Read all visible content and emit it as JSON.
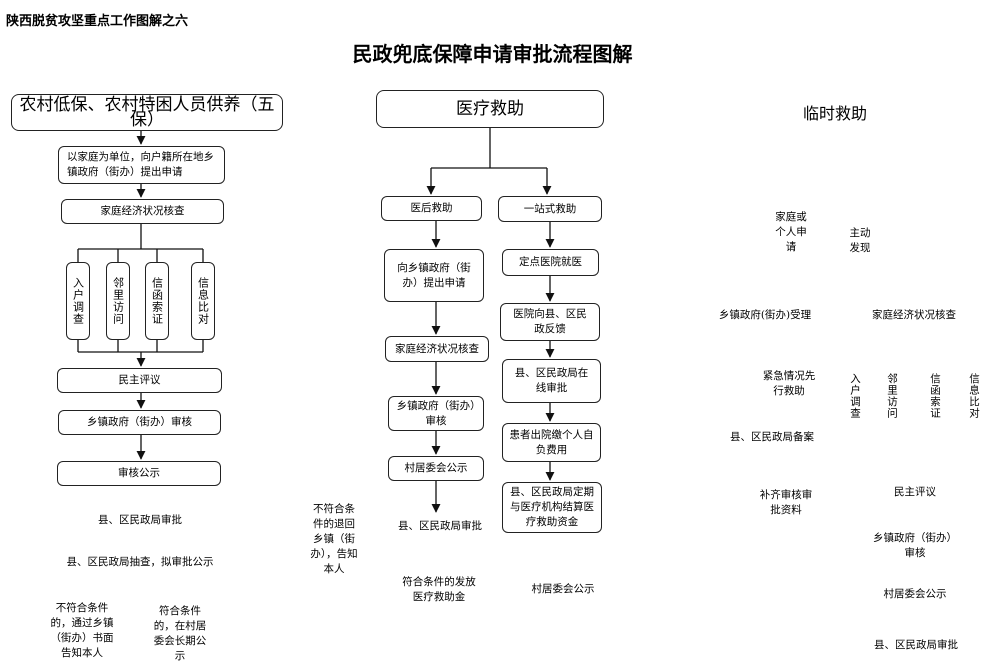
{
  "header": "陕西脱贫攻坚重点工作图解之六",
  "title": "民政兜底保障申请审批流程图解",
  "col1": {
    "title": "农村低保、农村特困人员供养（五保）",
    "apply": "以家庭为单位，向户籍所在地乡镇政府（街办）提出申请",
    "check": "家庭经济状况核查",
    "methods": [
      "入户调查",
      "邻里访问",
      "信函索证",
      "信息比对"
    ],
    "review": "民主评议",
    "town_review": "乡镇政府（街办）审核",
    "publicity": "审核公示",
    "county_approve": "县、区民政局审批",
    "county_sample": "县、区民政局抽查，拟审批公示",
    "reject": "不符合条件的，通过乡镇（街办）书面告知本人",
    "accept": "符合条件的，在村居委会长期公示"
  },
  "col2": {
    "title": "医疗救助",
    "branch_a": {
      "title": "医后救助",
      "apply": "向乡镇政府（街办）提出申请",
      "check": "家庭经济状况核查",
      "town_review": "乡镇政府（街办）审核",
      "publicity": "村居委会公示",
      "county_approve": "县、区民政局审批",
      "reject": "不符合条件的退回乡镇（街办），告知本人",
      "grant": "符合条件的发放医疗救助金"
    },
    "branch_b": {
      "title": "一站式救助",
      "hospital": "定点医院就医",
      "feedback": "医院向县、区民政反馈",
      "online": "县、区民政局在线审批",
      "selfpay": "患者出院缴个人自负费用",
      "settle": "县、区民政局定期与医疗机构结算医疗救助资金",
      "publicity": "村居委会公示"
    }
  },
  "col3": {
    "title": "临时救助",
    "family_apply": "家庭或个人申请",
    "active_find": "主动发现",
    "town_accept": "乡镇政府(街办)受理",
    "check": "家庭经济状况核查",
    "emergency": "紧急情况先行救助",
    "methods": [
      "入户调查",
      "邻里访问",
      "信函索证",
      "信息比对"
    ],
    "county_record": "县、区民政局备案",
    "supplement": "补齐审核审批资料",
    "review": "民主评议",
    "town_review": "乡镇政府（街办）审核",
    "publicity": "村居委会公示",
    "county_approve": "县、区民政局审批"
  }
}
